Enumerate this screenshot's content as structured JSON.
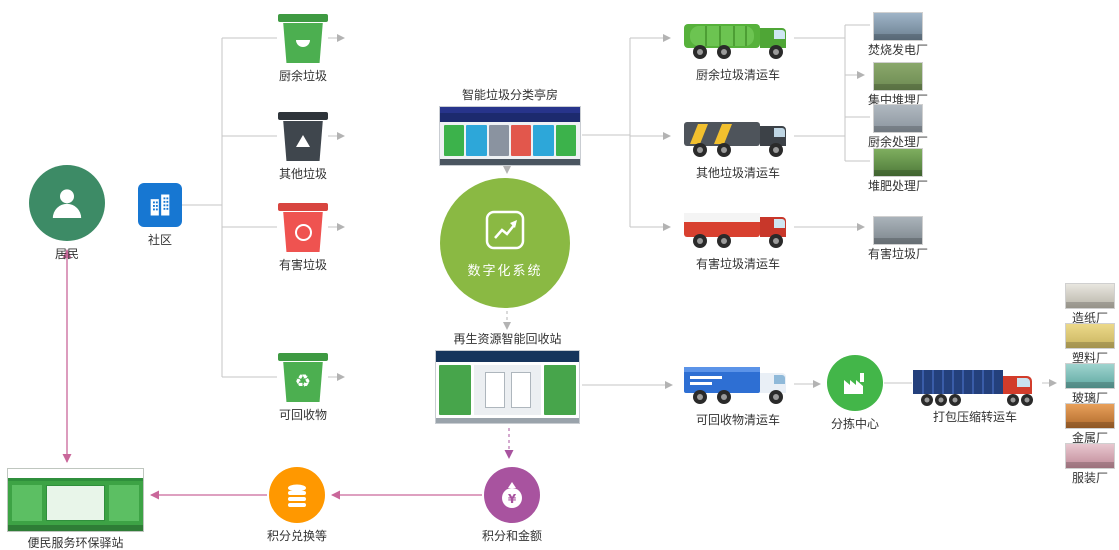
{
  "colors": {
    "resident_green": "#3d8b66",
    "community_blue": "#1777d2",
    "digital_green": "#8ab943",
    "sorting_green": "#43b649",
    "points_orange": "#ff9800",
    "money_purple": "#a8539f",
    "flow_pink": "#c9679a",
    "line_gray": "#c5c5c5"
  },
  "nodes": {
    "resident": {
      "label": "居民"
    },
    "community": {
      "label": "社区"
    },
    "kiosk": {
      "label": "智能垃圾分类亭房"
    },
    "digital_system": {
      "label": "数字化系统"
    },
    "recycle_station": {
      "label": "再生资源智能回收站"
    },
    "sorting_center": {
      "label": "分拣中心"
    },
    "transfer_truck": {
      "label": "打包压缩转运车"
    },
    "service_station": {
      "label": "便民服务环保驿站"
    },
    "points_exchange": {
      "label": "积分兑换等"
    },
    "points_amount": {
      "label": "积分和金额"
    }
  },
  "bins": [
    {
      "label": "厨余垃圾",
      "color": "#4caf50"
    },
    {
      "label": "其他垃圾",
      "color": "#3f464d"
    },
    {
      "label": "有害垃圾",
      "color": "#ef5350"
    },
    {
      "label": "可回收物",
      "color": "#4caf50"
    }
  ],
  "trucks": [
    {
      "label": "厨余垃圾清运车",
      "color": "#56b13b"
    },
    {
      "label": "其他垃圾清运车",
      "color": "#4e545b"
    },
    {
      "label": "有害垃圾清运车",
      "color": "#d8402f"
    },
    {
      "label": "可回收物清运车",
      "color": "#2e6fd3"
    }
  ],
  "plants": [
    {
      "label": "焚烧发电厂"
    },
    {
      "label": "集中堆埋厂"
    },
    {
      "label": "厨余处理厂"
    },
    {
      "label": "堆肥处理厂"
    },
    {
      "label": "有害垃圾厂"
    }
  ],
  "factories": [
    {
      "label": "造纸厂"
    },
    {
      "label": "塑料厂"
    },
    {
      "label": "玻璃厂"
    },
    {
      "label": "金属厂"
    },
    {
      "label": "服装厂"
    }
  ]
}
